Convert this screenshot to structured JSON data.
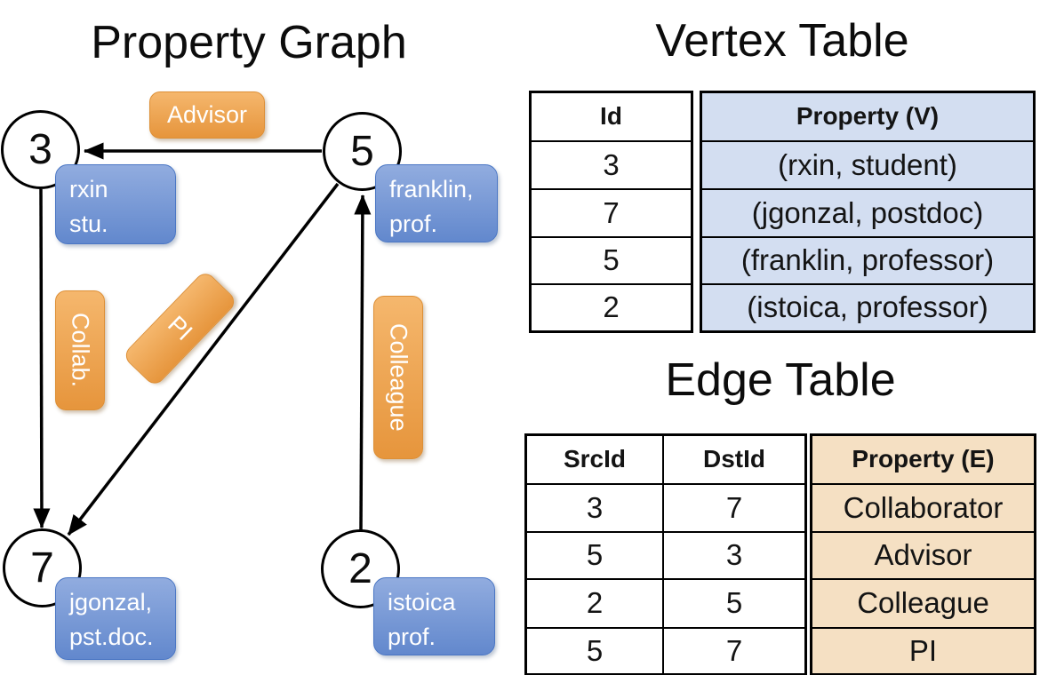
{
  "graph": {
    "title": "Property Graph",
    "nodes": [
      {
        "label": "3"
      },
      {
        "label": "5"
      },
      {
        "label": "7"
      },
      {
        "label": "2"
      }
    ],
    "vertex_boxes": [
      {
        "line1": "rxin",
        "line2": "stu."
      },
      {
        "line1": "franklin,",
        "line2": "prof."
      },
      {
        "line1": "jgonzal,",
        "line2": "pst.doc."
      },
      {
        "line1": "istoica",
        "line2": "prof."
      }
    ],
    "edge_labels": {
      "advisor": "Advisor",
      "collab": "Collab.",
      "pi": "PI",
      "colleague": "Colleague"
    }
  },
  "vertex_table": {
    "title": "Vertex Table",
    "id_header": "Id",
    "property_header": "Property (V)",
    "rows": [
      {
        "id": "3",
        "property": "(rxin, student)"
      },
      {
        "id": "7",
        "property": "(jgonzal, postdoc)"
      },
      {
        "id": "5",
        "property": "(franklin, professor)"
      },
      {
        "id": "2",
        "property": "(istoica, professor)"
      }
    ]
  },
  "edge_table": {
    "title": "Edge Table",
    "src_header": "SrcId",
    "dst_header": "DstId",
    "property_header": "Property (E)",
    "rows": [
      {
        "src": "3",
        "dst": "7",
        "property": "Collaborator"
      },
      {
        "src": "5",
        "dst": "3",
        "property": "Advisor"
      },
      {
        "src": "2",
        "dst": "5",
        "property": "Colleague"
      },
      {
        "src": "5",
        "dst": "7",
        "property": "PI"
      }
    ]
  },
  "colors": {
    "edge_label_fill_top": "#f5b76d",
    "edge_label_fill_bottom": "#e6953c",
    "vertex_box_fill_top": "#91acdf",
    "vertex_box_fill_bottom": "#6288cd",
    "vertex_table_property_fill": "#d3def1",
    "edge_table_property_fill": "#f5e0c3",
    "line_color": "#000000"
  }
}
